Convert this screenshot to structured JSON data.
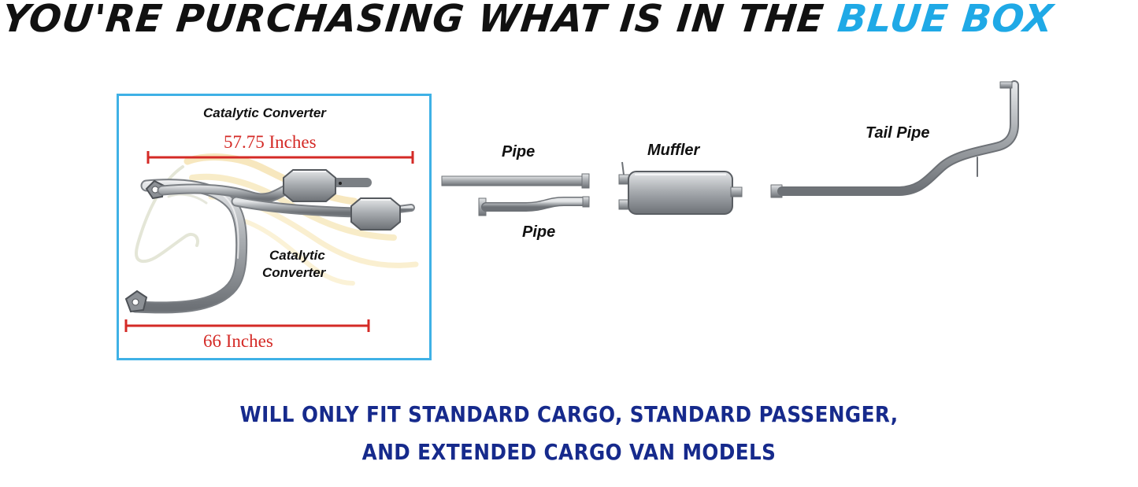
{
  "headline": {
    "main": "YOU'RE PURCHASING WHAT IS IN THE ",
    "highlight": "BLUE BOX"
  },
  "blue_box": {
    "top_label": "Catalytic Converter",
    "top_dimension": "57.75 Inches",
    "lower_label_line1": "Catalytic",
    "lower_label_line2": "Converter",
    "bottom_dimension": "66 Inches"
  },
  "parts": {
    "pipe_upper": "Pipe",
    "pipe_lower": "Pipe",
    "muffler": "Muffler",
    "tail_pipe": "Tail Pipe"
  },
  "notice": {
    "line1": "WILL ONLY FIT STANDARD CARGO, STANDARD PASSENGER,",
    "line2": "AND EXTENDED CARGO VAN MODELS"
  },
  "colors": {
    "box_border": "#3fb1e6",
    "highlight": "#1fa9e6",
    "dimension": "#d42a26",
    "notice": "#162a8c",
    "metal": "#a9adb1"
  },
  "icons": {
    "watermark": "horse-head-logo-icon"
  }
}
